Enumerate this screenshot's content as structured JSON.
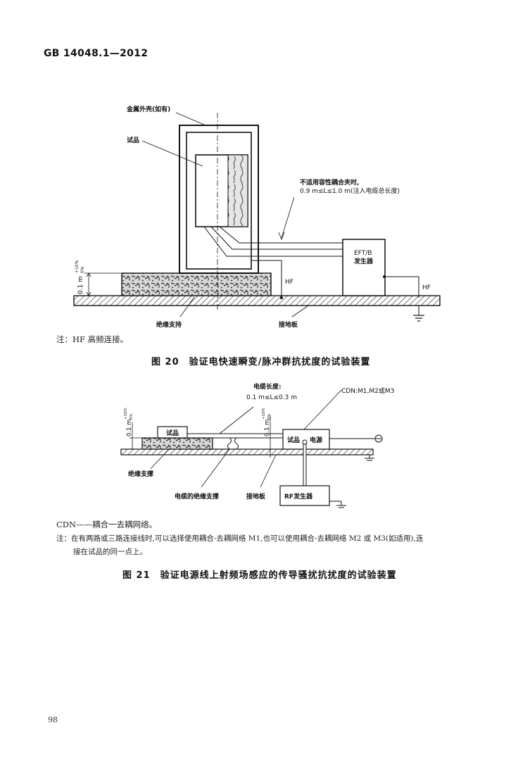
{
  "header": {
    "standard": "GB 14048.1—2012"
  },
  "figure20": {
    "labels": {
      "enclosure": "金属外壳(如有)",
      "eut": "试品",
      "note_top1": "不适用容性耦合夹时,",
      "note_top2": "0.9 m≤L≤1.0 m(注入电缆总长度)",
      "generator1": "EFT/B",
      "generator2": "发生器",
      "hf_left": "HF",
      "hf_right": "HF",
      "height": "0.1 m",
      "tol_plus": "+10%",
      "tol_zero": "0%",
      "insulating_support": "绝缘支持",
      "ground_plane": "接地板"
    },
    "note": "注：HF 高频连接。",
    "caption": "图 20　验证电快速瞬变/脉冲群抗扰度的试验装置"
  },
  "figure21": {
    "labels": {
      "cable_length1": "电缆长度:",
      "cable_length2": "0.1 m≤L≤0.3 m",
      "cdn": "CDN:M1,M2或M3",
      "eut": "试品",
      "eut_power": "试品",
      "power": "电源",
      "height_left": "0.1 m",
      "height_right": "0.1 m",
      "tol_plus": "+10%",
      "tol_zero": "0%",
      "insulating_support": "绝缘支撑",
      "cable_support": "电缆的绝缘支撑",
      "ground_plane": "接地板",
      "rf_generator": "RF发生器"
    },
    "cdn_def": "CDN——耦合一去耦网络。",
    "note_line1": "注：在有两路或三路连接线时,可以选择使用耦合-去耦网络 M1,也可以使用耦合-去耦网络 M2 或 M3(如适用),连",
    "note_line2": "接在试品的同一点上。",
    "caption": "图 21　验证电源线上射频场感应的传导骚扰抗扰度的试验装置"
  },
  "page_number": "98"
}
